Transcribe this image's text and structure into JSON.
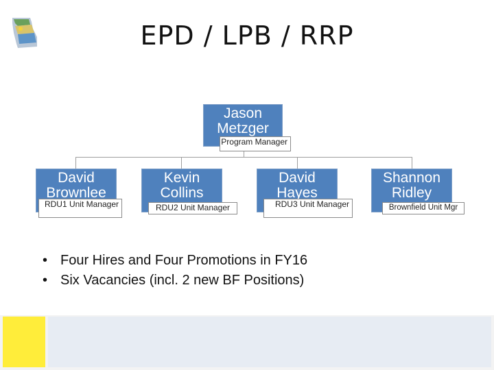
{
  "slide": {
    "title": "EPD / LPB / RRP"
  },
  "org": {
    "root": {
      "name": "Jason Metzger",
      "role": "Program Manager"
    },
    "reports": [
      {
        "name": "David Brownlee",
        "role": "RDU1 Unit Manager"
      },
      {
        "name": "Kevin Collins",
        "role": "RDU2 Unit Manager"
      },
      {
        "name": "David Hayes",
        "role": "RDU3 Unit Manager"
      },
      {
        "name": "Shannon Ridley",
        "role": "Brownfield Unit Mgr"
      }
    ]
  },
  "bullets": [
    "Four Hires and Four Promotions in FY16",
    "Six Vacancies (incl. 2 new BF Positions)"
  ],
  "colors": {
    "box": "#4f81bd",
    "footer_yellow": "#ffed3a",
    "footer_panel": "#e7ecf3"
  },
  "icons": {
    "logo": "georgia-state-map-icon"
  }
}
